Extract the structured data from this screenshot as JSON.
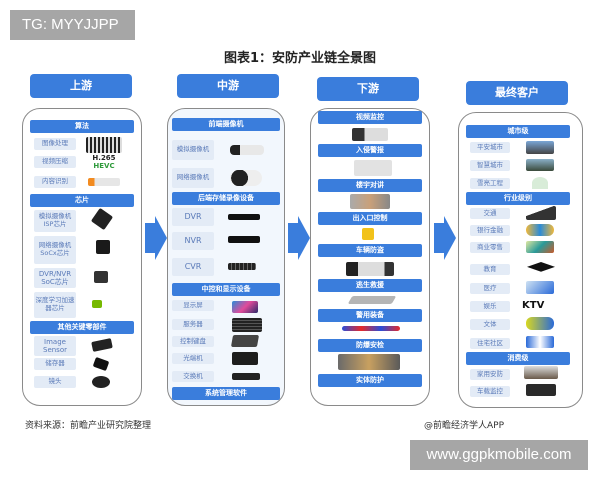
{
  "watermark_top": "TG: MYYJJPP",
  "title": "图表1：安防产业链全景图",
  "columns": {
    "upstream": {
      "header": "上游",
      "sections": [
        {
          "title": "算法",
          "items": [
            "图像处理",
            "视频压缩",
            "内容识别"
          ],
          "icons": [
            "barcode-image",
            "h265-hevc-logo",
            "tensorflow-logo"
          ]
        },
        {
          "title": "芯片",
          "items": [
            "模拟摄像机ISP芯片",
            "网络摄像机SoCx芯片",
            "DVR/NVR SoC芯片",
            "深度学习加速器芯片"
          ],
          "icons": [
            "chip-image",
            "chip-image",
            "chip-image",
            "nvidia-logo"
          ]
        },
        {
          "title": "其他关键零部件",
          "items": [
            "Image Sensor",
            "储存器",
            "镜头"
          ],
          "icons": [
            "sensor-image",
            "storage-image",
            "lens-image"
          ]
        }
      ]
    },
    "midstream": {
      "header": "中游",
      "sections": [
        {
          "title": "前端摄像机",
          "items": [
            "模拟摄像机",
            "网络摄像机"
          ]
        },
        {
          "title": "后端存储录像设备",
          "items": [
            "DVR",
            "NVR",
            "CVR"
          ]
        },
        {
          "title": "中控和显示设备",
          "items": [
            "显示屏",
            "服务器",
            "控制键盘",
            "光端机",
            "交换机"
          ]
        },
        {
          "title": "系统管理软件",
          "items": []
        }
      ]
    },
    "downstream": {
      "header": "下游",
      "sections": [
        "视频监控",
        "入侵警报",
        "楼宇对讲",
        "出入口控制",
        "车辆防盗",
        "逃生救援",
        "警用装备",
        "防爆安检",
        "实体防护"
      ]
    },
    "customers": {
      "header": "最终客户",
      "sections": [
        {
          "title": "城市级",
          "items": [
            "平安城市",
            "智慧城市",
            "雪亮工程"
          ]
        },
        {
          "title": "行业级别",
          "items": [
            "交通",
            "银行金融",
            "商业零售",
            "教育",
            "医疗",
            "娱乐",
            "文体",
            "住宅社区"
          ]
        },
        {
          "title": "消费级",
          "items": [
            "家用安防",
            "车载监控"
          ]
        }
      ]
    }
  },
  "footer": {
    "source": "资料来源：前瞻产业研究院整理",
    "app": "@前瞻经济学人APP"
  },
  "watermark_bottom": "www.ggpkmobile.com",
  "colors": {
    "accent": "#3a7ddc",
    "label_bg": "#e3ebf6",
    "label_text": "#5a7ab8",
    "badge": "#a6a6a6"
  }
}
